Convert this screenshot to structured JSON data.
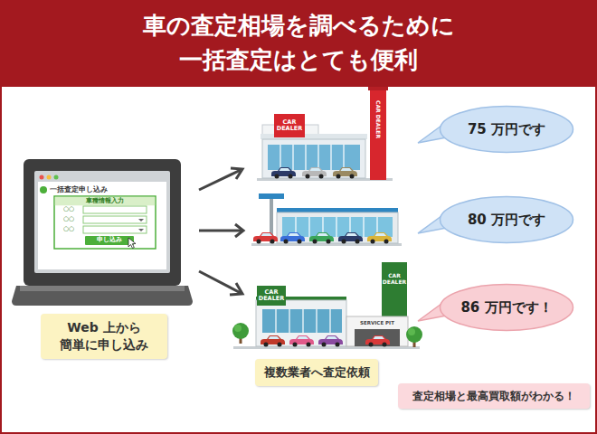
{
  "diagram": {
    "title": "車の査定相場を調べるために 一括査定はとても便利",
    "nodes": [
      {
        "text": [
          "Web 上から 簡単に申し込み"
        ]
      },
      {
        "text": [
          "75 万円です"
        ]
      },
      {
        "text": [
          "80 万円です"
        ]
      },
      {
        "text": [
          "86 万円です！"
        ]
      },
      {
        "text": [
          "複数業者へ査定依頼"
        ]
      },
      {
        "text": [
          "査定相場と最高買取額がわかる！"
        ]
      }
    ],
    "labels": [
      "一括査定申し込み",
      "車種情報入力",
      "○○",
      "○○",
      "○○",
      "申し込み",
      "CAR DEALER",
      "CAR DEALER",
      "CAR DEALER",
      "CAR DEALER",
      "SERVICE PIT"
    ]
  }
}
